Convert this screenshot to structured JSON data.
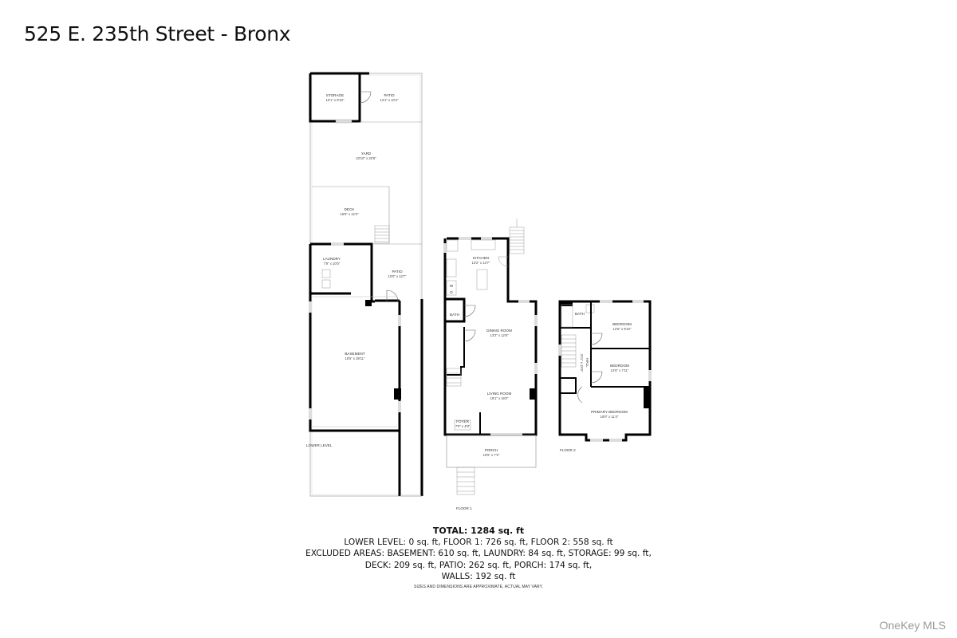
{
  "header": {
    "title": "525 E. 235th Street - Bronx"
  },
  "floorplan": {
    "lower_level": {
      "label": "LOWER LEVEL",
      "rooms": [
        {
          "name": "STORAGE",
          "dims": "10'1\" x 9'10\""
        },
        {
          "name": "PATIO",
          "dims": "13'1\" x 10'4\""
        },
        {
          "name": "YARD",
          "dims": "23'10\" x 20'6\""
        },
        {
          "name": "DECK",
          "dims": "16'9\" x 12'3\""
        },
        {
          "name": "LAUNDRY",
          "dims": "7'9\" x 10'0\""
        },
        {
          "name": "PATIO",
          "dims": "10'0\" x 12'7\""
        },
        {
          "name": "BASEMENT",
          "dims": "18'5\" x 39'11\""
        }
      ]
    },
    "floor_1": {
      "label": "FLOOR 1",
      "rooms": [
        {
          "name": "KITCHEN",
          "dims": "13'2\" x 13'7\""
        },
        {
          "name": "BATH",
          "dims": ""
        },
        {
          "name": "DINING ROOM",
          "dims": "13'2\" x 12'8\""
        },
        {
          "name": "LIVING ROOM",
          "dims": "19'1\" x 16'0\""
        },
        {
          "name": "FOYER",
          "dims": "7'0\" x 4'8\""
        },
        {
          "name": "PORCH",
          "dims": "19'5\" x 7'2\""
        }
      ],
      "appliance_label_w": "W",
      "appliance_label_d": "D"
    },
    "floor_2": {
      "label": "FLOOR 2",
      "rooms": [
        {
          "name": "BATH",
          "dims": ""
        },
        {
          "name": "BEDROOM",
          "dims": "12'6\" x 9'10\""
        },
        {
          "name": "BEDROOM",
          "dims": "12'6\" x 7'11\""
        },
        {
          "name": "PRIMARY BEDROOM",
          "dims": "19'0\" x 11'4\""
        },
        {
          "name": "HALL",
          "dims": "3'11\" x 15'5\""
        }
      ]
    }
  },
  "summary": {
    "total": "TOTAL: 1284 sq. ft",
    "line1": "LOWER LEVEL: 0 sq. ft, FLOOR 1: 726 sq. ft, FLOOR 2: 558 sq. ft",
    "line2": "EXCLUDED AREAS: BASEMENT: 610 sq. ft, LAUNDRY: 84 sq. ft, STORAGE: 99 sq. ft,",
    "line3": "DECK: 209 sq. ft, PATIO: 262 sq. ft, PORCH: 174 sq. ft,",
    "line4": "WALLS: 192 sq. ft",
    "disclaimer": "SIZES AND DIMENSIONS ARE APPROXIMATE, ACTUAL MAY VARY."
  },
  "footer": {
    "brand": "OneKey MLS"
  },
  "colors": {
    "wall": "#000000",
    "thin_line": "#9a9a9a",
    "window": "#d8d8d8",
    "brand_text": "#9a9a9a"
  }
}
